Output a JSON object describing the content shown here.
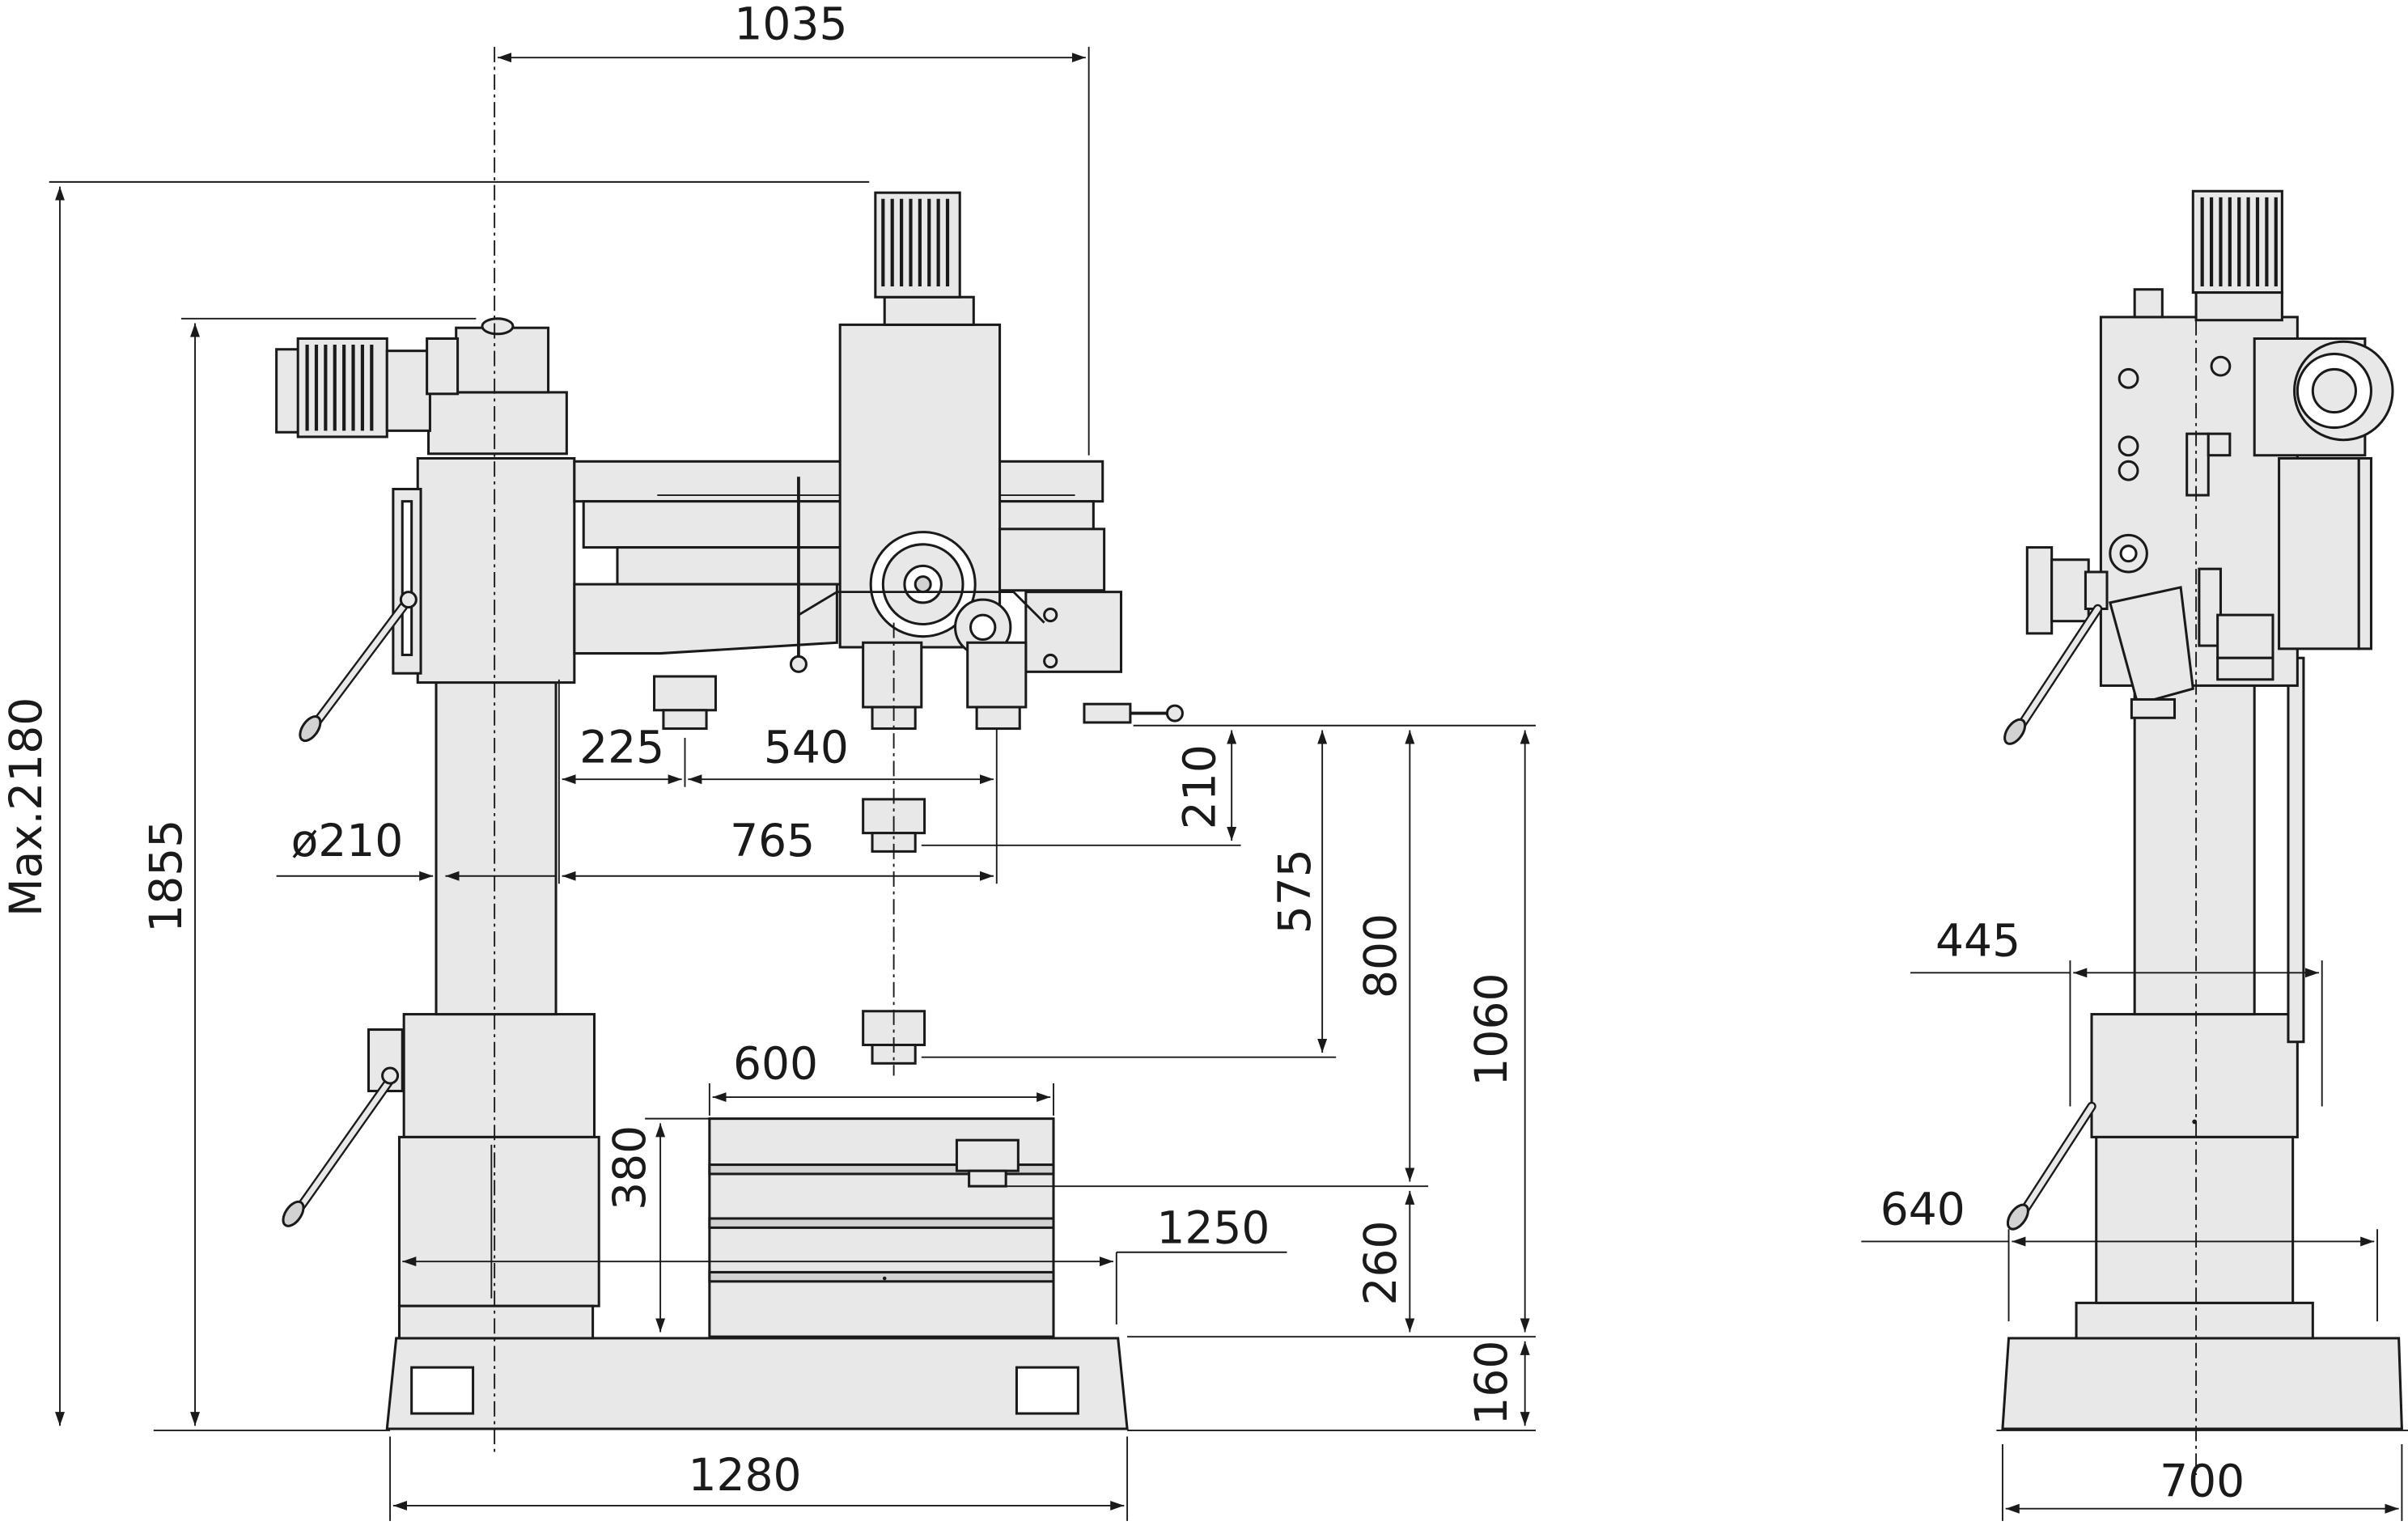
{
  "front_view": {
    "dimensions": {
      "arm_reach": "1035",
      "max_height": "Max.2180",
      "column_height": "1855",
      "min_spindle_to_column": "225",
      "spindle_travel_on_arm": "540",
      "column_diameter": "ø210",
      "max_spindle_to_column": "765",
      "quill_stroke": "210",
      "arm_vertical_travel": "575",
      "spindle_to_table_max": "800",
      "spindle_to_base_max": "1060",
      "table_width": "600",
      "table_height": "380",
      "table_length": "1250",
      "table_top_to_base": "260",
      "base_height": "160",
      "base_length": "1280"
    }
  },
  "side_view": {
    "dimensions": {
      "column_to_rear": "445",
      "overall_depth": "640",
      "base_width": "700"
    }
  }
}
